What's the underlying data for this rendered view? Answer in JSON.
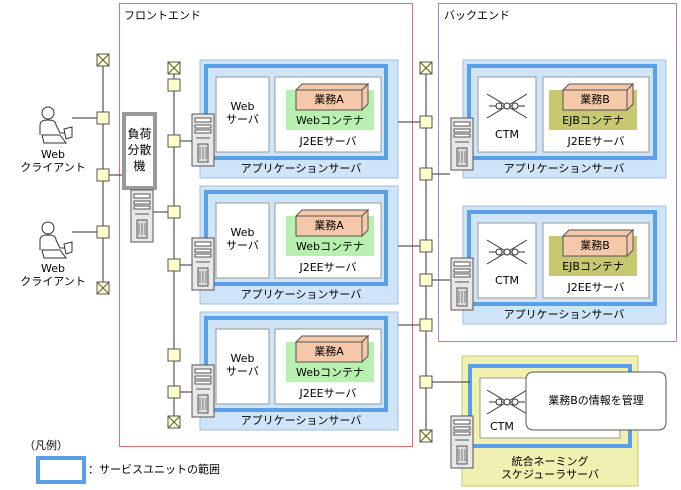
{
  "zones": {
    "frontend": "フロントエンド",
    "backend": "バックエンド"
  },
  "clients": [
    {
      "label_line1": "Web",
      "label_line2": "クライアント"
    },
    {
      "label_line1": "Web",
      "label_line2": "クライアント"
    }
  ],
  "load_balancer": {
    "line1": "負荷",
    "line2": "分散",
    "line3": "機"
  },
  "front_servers": [
    {
      "web1": "Web",
      "web2": "サーバ",
      "task": "業務A",
      "container": "Webコンテナ",
      "j2ee": "J2EEサーバ",
      "app": "アプリケーションサーバ"
    },
    {
      "web1": "Web",
      "web2": "サーバ",
      "task": "業務A",
      "container": "Webコンテナ",
      "j2ee": "J2EEサーバ",
      "app": "アプリケーションサーバ"
    },
    {
      "web1": "Web",
      "web2": "サーバ",
      "task": "業務A",
      "container": "Webコンテナ",
      "j2ee": "J2EEサーバ",
      "app": "アプリケーションサーバ"
    }
  ],
  "back_servers": [
    {
      "ctm": "CTM",
      "task": "業務B",
      "container": "EJBコンテナ",
      "j2ee": "J2EEサーバ",
      "app": "アプリケーションサーバ"
    },
    {
      "ctm": "CTM",
      "task": "業務B",
      "container": "EJBコンテナ",
      "j2ee": "J2EEサーバ",
      "app": "アプリケーションサーバ"
    }
  ],
  "scheduler": {
    "ctm": "CTM",
    "callout": "業務Bの情報を管理",
    "line1": "統合ネーミング",
    "line2": "スケジューラサーバ"
  },
  "legend": {
    "title": "（凡例）",
    "desc": "：サービスユニットの範囲"
  },
  "colors": {
    "frontend_border": "#e07070",
    "backend_border": "#b080c8",
    "service_unit": "#5aa0e8",
    "app_bg": "#cfe4f7",
    "container_green": "#b8f0b0",
    "task_box": "#f4c8a8",
    "ejb_olive": "#c8c870",
    "scheduler_bg": "#f0f0b0",
    "node": "#ffffcc"
  }
}
